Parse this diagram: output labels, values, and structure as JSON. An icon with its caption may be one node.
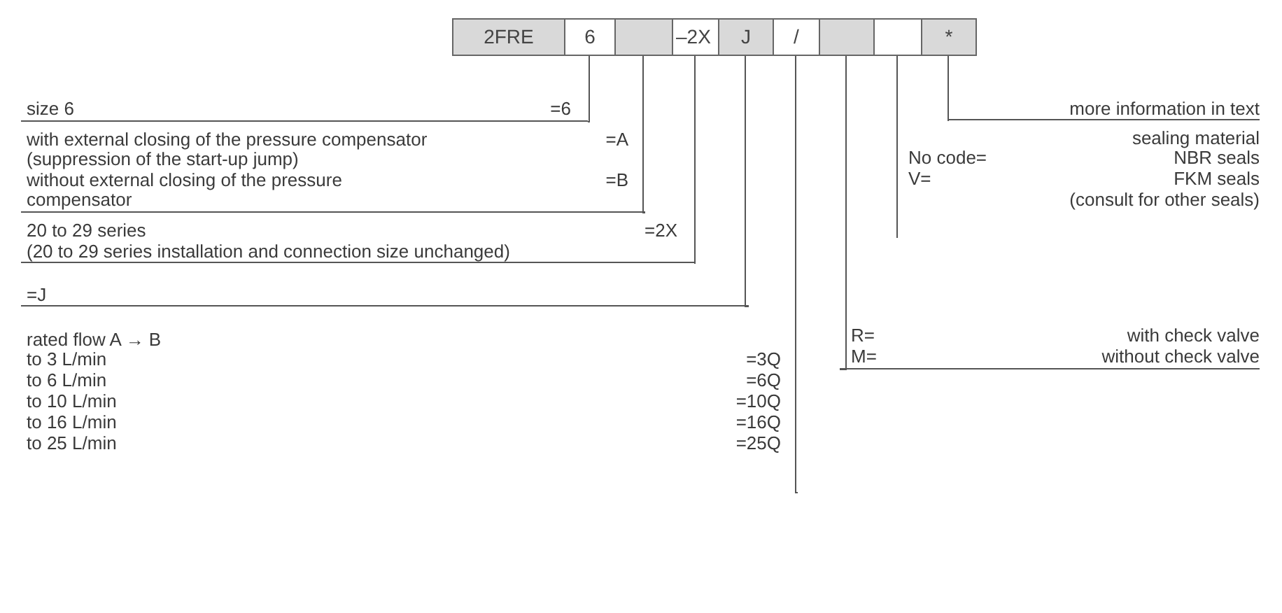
{
  "diagram": {
    "nodes": [
      {
        "text": [
          "2FRE"
        ]
      },
      {
        "text": [
          "6"
        ]
      },
      {
        "text": [],
        "shape": "box"
      },
      {
        "text": [
          "–2X"
        ]
      },
      {
        "text": [
          "J"
        ]
      },
      {
        "text": [
          "/"
        ]
      },
      {
        "text": [],
        "shape": "box"
      },
      {
        "text": [],
        "shape": "box"
      },
      {
        "text": [
          "*"
        ]
      },
      {
        "text": [
          "size 6",
          "=6"
        ]
      },
      {
        "text": [
          "with external closing of the pressure compensator (suppression of the start-up jump)",
          "=A",
          "without external closing of the pressure compensator",
          "=B"
        ]
      },
      {
        "text": [
          "20 to 29 series",
          "=2X",
          "(20 to 29 series installation and connection size unchanged)"
        ]
      },
      {
        "text": [
          "=J"
        ]
      },
      {
        "text": [
          "rated flow A → B",
          "to 3 L/min",
          "=3Q",
          "to 6 L/min",
          "=6Q",
          "to 10 L/min",
          "=10Q",
          "to 16 L/min",
          "=16Q",
          "to 25 L/min",
          "=25Q"
        ]
      },
      {
        "text": [
          "more information in text"
        ]
      },
      {
        "text": [
          "sealing material",
          "No code=",
          "NBR seals",
          "V=",
          "FKM seals",
          "(consult for other seals)"
        ]
      },
      {
        "text": [
          "R=",
          "with check valve",
          "M=",
          "without check valve"
        ]
      }
    ],
    "edges": [
      {
        "from": 1,
        "to": 9,
        "arrow": "none"
      },
      {
        "from": 2,
        "to": 10,
        "arrow": "none"
      },
      {
        "from": 3,
        "to": 11,
        "arrow": "none"
      },
      {
        "from": 4,
        "to": 12,
        "arrow": "none"
      },
      {
        "from": 5,
        "to": 13,
        "arrow": "none"
      },
      {
        "from": 8,
        "to": 14,
        "arrow": "none"
      },
      {
        "from": 7,
        "to": 15,
        "arrow": "none"
      },
      {
        "from": 6,
        "to": 16,
        "arrow": "none"
      }
    ]
  }
}
